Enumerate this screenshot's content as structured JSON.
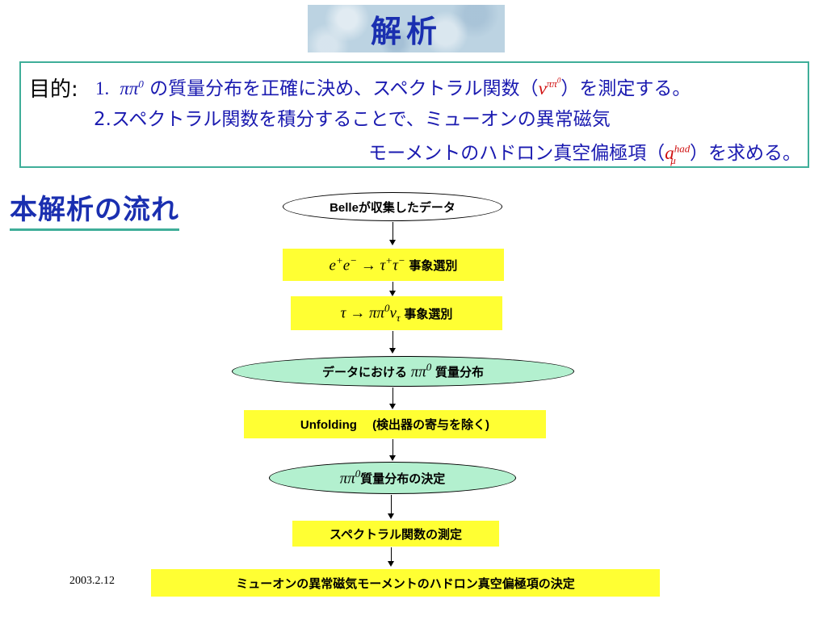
{
  "title": "解析",
  "purpose": {
    "label": "目的:",
    "line1": {
      "num": "1.",
      "pre": " の質量分布を正確に決め、スペクトラル関数（",
      "post": "）を測定する。"
    },
    "line2": "2.スペクトラル関数を積分することで、ミューオンの異常磁気",
    "line3": {
      "pre": "モーメントのハドロン真空偏極項（",
      "post": "）を求める。"
    }
  },
  "flow": {
    "header": "本解析の流れ",
    "node1": "Belleが収集したデータ",
    "node2_suffix": "事象選別",
    "node3_suffix": "事象選別",
    "node4_prefix": "データにおける",
    "node4_suffix": "質量分布",
    "node5": "Unfolding　 (検出器の寄与を除く)",
    "node6_suffix": "質量分布の決定",
    "node7": "スペクトラル関数の測定",
    "node8": "ミューオンの異常磁気モーメントのハドロン真空偏極項の決定"
  },
  "footer": {
    "date": "2003.2.12"
  },
  "colors": {
    "title": "#1a2fb0",
    "frame": "#3fae99",
    "highlight": "#ffff33",
    "green": "#b3f0cf"
  }
}
